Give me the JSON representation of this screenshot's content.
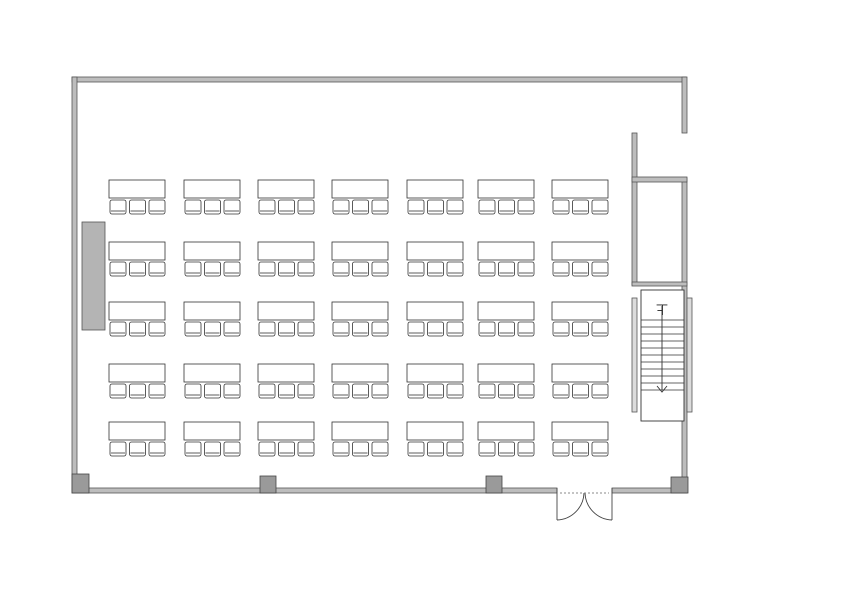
{
  "floor_plan": {
    "type": "classroom-seating-layout",
    "colors": {
      "wall": "#888888",
      "wall_edge": "#555555",
      "line": "#333333",
      "board": "#b4b4b4",
      "background": "#ffffff"
    },
    "desk_grid": {
      "rows": 5,
      "columns": 7,
      "seats_per_desk": 3
    },
    "board_icon": "blackboard",
    "door_icon": "double-swing-door",
    "stairs": {
      "label": "上",
      "steps": 11
    }
  }
}
